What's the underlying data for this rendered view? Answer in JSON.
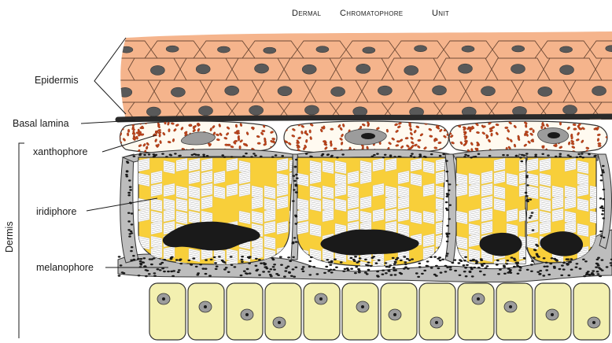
{
  "title": {
    "word1": "Dermal",
    "word2": "Chromatophore",
    "word3": "Unit"
  },
  "labels": {
    "epidermis": "Epidermis",
    "basal_lamina": "Basal lamina",
    "xanthophore": "xanthophore",
    "iridiphore": "iridiphore",
    "melanophore": "melanophore",
    "dermis": "Dermis"
  },
  "colors": {
    "epidermis_cell": "#f5b48c",
    "nucleus": "#595959",
    "basal_lamina": "#2a2a2a",
    "xanthophore_granule": "#c0441a",
    "iridophore_yellow": "#f8cf3a",
    "iridophore_platelet": "#ffffff",
    "melanin": "#1a1a1a",
    "melanophore_body": "#bdbdbd",
    "dermal_cell": "#f3f0b0"
  }
}
